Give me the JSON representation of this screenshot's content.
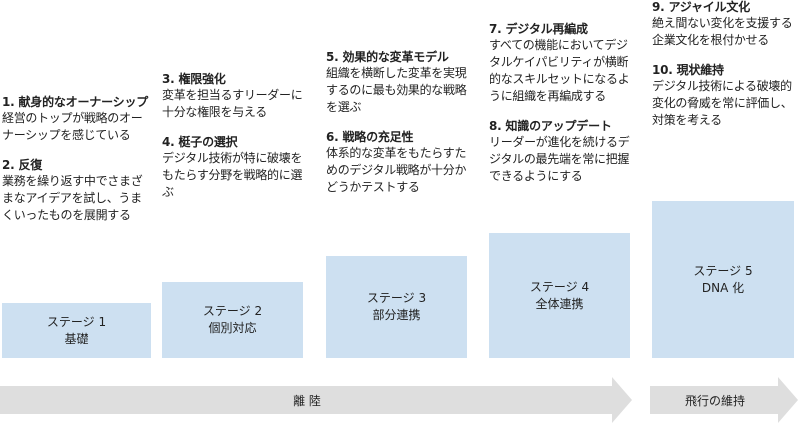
{
  "colors": {
    "stage_fill": "#cde0f1",
    "arrow_fill": "#dedede",
    "text": "#222222"
  },
  "columns": [
    {
      "items": [
        {
          "title": "1. 献身的なオーナーシップ",
          "desc": "経営のトップが戦略のオーナーシップを感じている"
        },
        {
          "title": "2. 反復",
          "desc": "業務を繰り返す中でさまざまなアイデアを試し、うまくいったものを展開する"
        }
      ],
      "stage": {
        "name": "ステージ 1",
        "label": "基礎"
      }
    },
    {
      "items": [
        {
          "title": "3. 権限強化",
          "desc": "変革を担当るすリーダーに十分な権限を与える"
        },
        {
          "title": "4. 梃子の選択",
          "desc": "デジタル技術が特に破壊をもたらす分野を戦略的に選ぶ"
        }
      ],
      "stage": {
        "name": "ステージ 2",
        "label": "個別対応"
      }
    },
    {
      "items": [
        {
          "title": "5. 効果的な変革モデル",
          "desc": "組織を横断した変革を実現するのに最も効果的な戦略を選ぶ"
        },
        {
          "title": "6. 戦略の充足性",
          "desc": "体系的な変革をもたらすためのデジタル戦略が十分かどうかテストする"
        }
      ],
      "stage": {
        "name": "ステージ 3",
        "label": "部分連携"
      }
    },
    {
      "items": [
        {
          "title": "7. デジタル再編成",
          "desc": "すべての機能においてデジタルケイパビリティが横断的なスキルセットになるように組織を再編成する"
        },
        {
          "title": "8. 知識のアップデート",
          "desc": "リーダーが進化を続けるデジタルの最先端を常に把握できるようにする"
        }
      ],
      "stage": {
        "name": "ステージ 4",
        "label": "全体連携"
      }
    },
    {
      "items": [
        {
          "title": "9. アジャイル文化",
          "desc": "絶え間ない変化を支援する企業文化を根付かせる"
        },
        {
          "title": "10. 現状維持",
          "desc": "デジタル技術による破壊的変化の脅威を常に評価し、対策を考える"
        }
      ],
      "stage": {
        "name": "ステージ 5",
        "label": "DNA 化"
      }
    }
  ],
  "arrows": {
    "takeoff": "離 陸",
    "maintain": "飛行の維持"
  }
}
